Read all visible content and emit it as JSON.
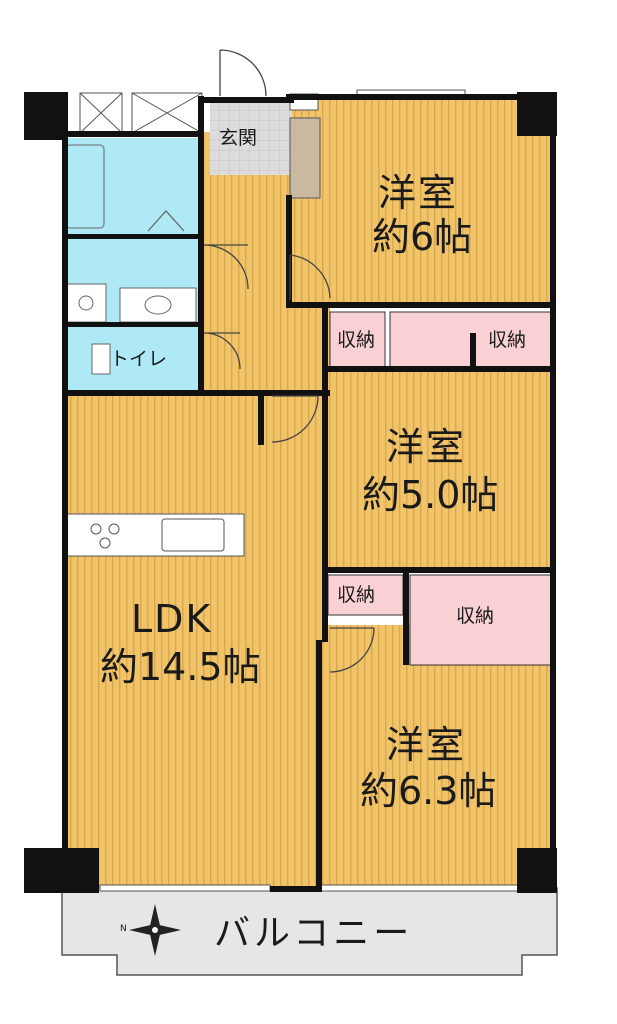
{
  "rooms": {
    "western1": {
      "name": "洋室",
      "size": "約6帖"
    },
    "western2": {
      "name": "洋室",
      "size": "約5.0帖"
    },
    "western3": {
      "name": "洋室",
      "size": "約6.3帖"
    },
    "ldk": {
      "name": "LDK",
      "size": "約14.5帖"
    },
    "entrance": "玄関",
    "toilet": "トイレ",
    "storage": "収納",
    "balcony": "バルコニー"
  },
  "compass": {
    "north_label": "N"
  },
  "colors": {
    "floor": "#f2c46a",
    "floor_stripe": "#d9a84c",
    "wet": "#aee9f5",
    "storage": "#f9d1d4",
    "entrance": "#d9d9d9",
    "balcony": "#e6e6e6",
    "wall": "#111111"
  }
}
